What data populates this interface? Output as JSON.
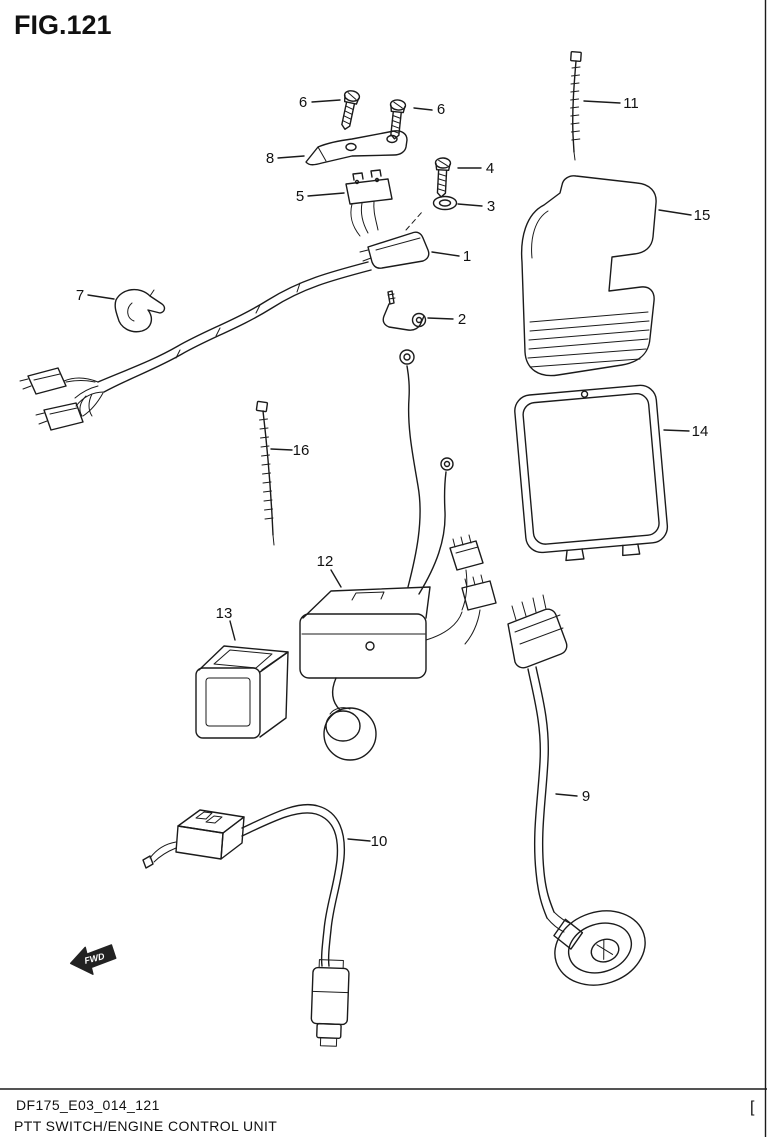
{
  "figure": {
    "title": "FIG.121"
  },
  "callouts": {
    "c1": "1",
    "c2": "2",
    "c3": "3",
    "c4": "4",
    "c5": "5",
    "c6a": "6",
    "c6b": "6",
    "c7": "7",
    "c8": "8",
    "c9": "9",
    "c10": "10",
    "c11": "11",
    "c12": "12",
    "c13": "13",
    "c14": "14",
    "c15": "15",
    "c16": "16"
  },
  "fwd_marker": {
    "label": "FWD"
  },
  "footer": {
    "code": "DF175_E03_014_121",
    "caption": "PTT SWITCH/ENGINE CONTROL UNIT",
    "bracket": "["
  },
  "colors": {
    "line": "#1b1b1b",
    "background": "#ffffff"
  }
}
